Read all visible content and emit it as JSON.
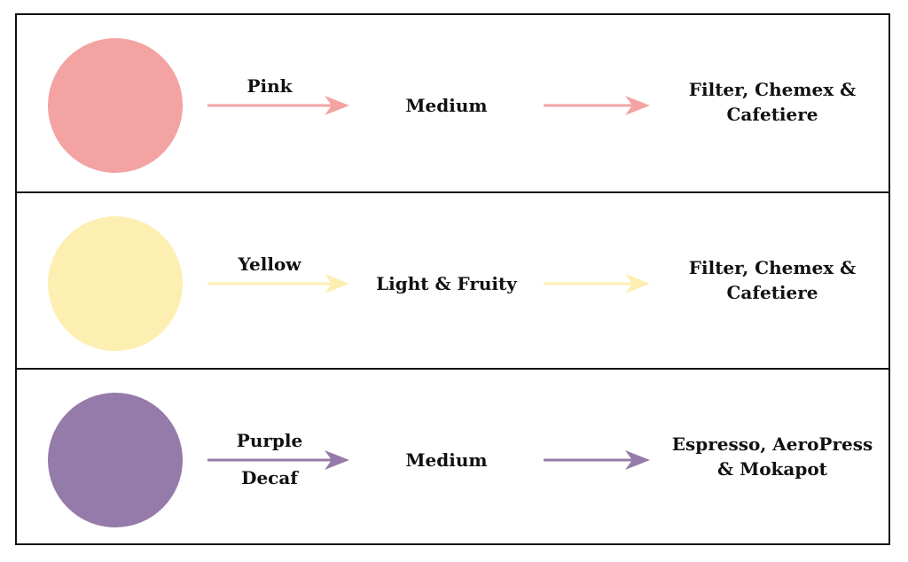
{
  "rows": [
    {
      "color_name": "Pink",
      "sub_label": "",
      "roast": "Medium",
      "methods": [
        "Filter, Chemex &",
        "Cafetiere"
      ],
      "color": "#f4a3a3"
    },
    {
      "color_name": "Yellow",
      "sub_label": "",
      "roast": "Light & Fruity",
      "methods": [
        "Filter, Chemex &",
        "Cafetiere"
      ],
      "color": "#fdefb2"
    },
    {
      "color_name": "Purple",
      "sub_label": "Decaf",
      "roast": "Medium",
      "methods": [
        "Espresso, AeroPress",
        "& Mokapot"
      ],
      "color": "#957ba9"
    }
  ]
}
